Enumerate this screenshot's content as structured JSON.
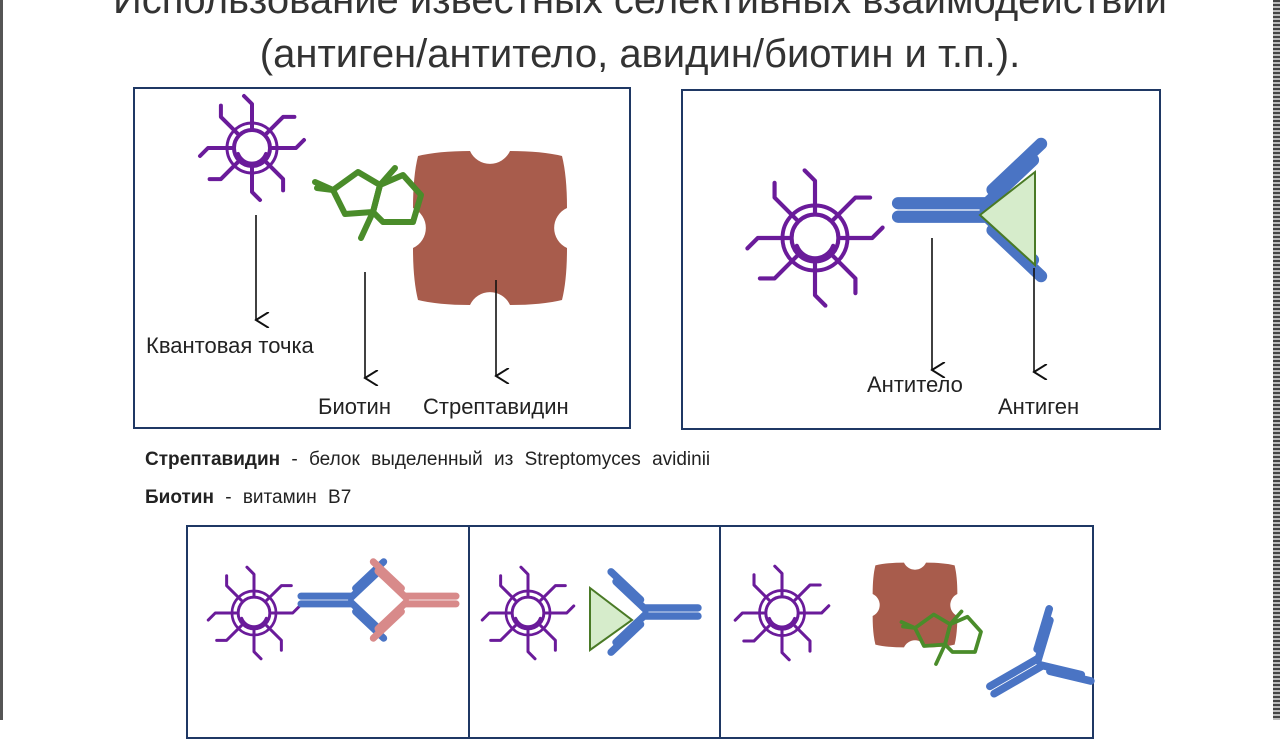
{
  "title": {
    "line1": "Использование известных селективных взаимодействий",
    "line2": "(антиген/антитело, авидин/биотин и т.п.)."
  },
  "panel_left": {
    "labels": {
      "quantum_dot": "Квантовая точка",
      "biotin": "Биотин",
      "streptavidin": "Стрептавидин"
    }
  },
  "panel_right": {
    "labels": {
      "antibody": "Антитело",
      "antigen": "Антиген"
    }
  },
  "definitions": {
    "streptavidin": {
      "term": "Стрептавидин",
      "text": "- белок выделенный из Streptomyces avidinii"
    },
    "biotin": {
      "term": "Биотин",
      "text": "- витамин B7"
    }
  },
  "colors": {
    "quantum_dot": "#6a1b9a",
    "biotin": "#4a8c2a",
    "streptavidin": "#a85c4c",
    "antibody": "#4a74c4",
    "antibody_pink": "#d88a8a",
    "antigen_fill": "#d6eccb",
    "antigen_stroke": "#4a7a26",
    "frame": "#1f3864"
  }
}
